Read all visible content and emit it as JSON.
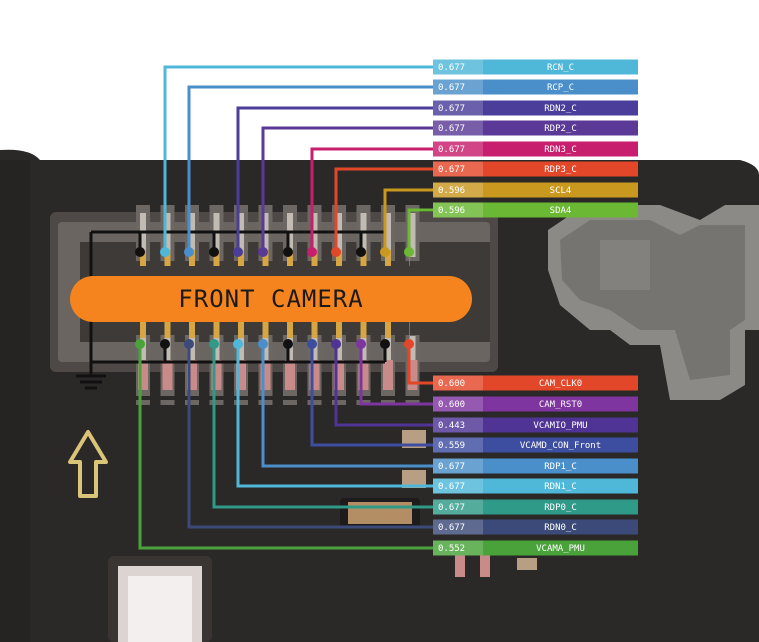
{
  "connector": {
    "title": "FRONT CAMERA"
  },
  "top_labels": [
    {
      "value": "0.677",
      "name": "RCN_C",
      "color": "#4fb8d8"
    },
    {
      "value": "0.677",
      "name": "RCP_C",
      "color": "#4a8fc9"
    },
    {
      "value": "0.677",
      "name": "RDN2_C",
      "color": "#4b3e9a"
    },
    {
      "value": "0.677",
      "name": "RDP2_C",
      "color": "#5b3a97"
    },
    {
      "value": "0.677",
      "name": "RDN3_C",
      "color": "#c81e6e"
    },
    {
      "value": "0.677",
      "name": "RDP3_C",
      "color": "#e3472a"
    },
    {
      "value": "0.596",
      "name": "SCL4",
      "color": "#c9981f"
    },
    {
      "value": "0.596",
      "name": "SDA4",
      "color": "#6ab833"
    }
  ],
  "bottom_labels": [
    {
      "value": "0.600",
      "name": "CAM_CLK0",
      "color": "#e3472a"
    },
    {
      "value": "0.600",
      "name": "CAM_RST0",
      "color": "#7e35a0"
    },
    {
      "value": "0.443",
      "name": "VCAMIO_PMU",
      "color": "#4f3495"
    },
    {
      "value": "0.559",
      "name": "VCAMD_CON_Front",
      "color": "#3d4ea0"
    },
    {
      "value": "0.677",
      "name": "RDP1_C",
      "color": "#4a8fc9"
    },
    {
      "value": "0.677",
      "name": "RDN1_C",
      "color": "#4fb8d8"
    },
    {
      "value": "0.677",
      "name": "RDP0_C",
      "color": "#2f9a88"
    },
    {
      "value": "0.677",
      "name": "RDN0_C",
      "color": "#3b4a78"
    },
    {
      "value": "0.552",
      "name": "VCAMA_PMU",
      "color": "#4aa33a"
    }
  ],
  "colors": {
    "ground": "#111111",
    "banner": "#f5841f",
    "board": "#2a2727"
  },
  "icons": {
    "ground": "ground-symbol-icon",
    "arrow": "up-arrow-silkscreen-icon"
  }
}
